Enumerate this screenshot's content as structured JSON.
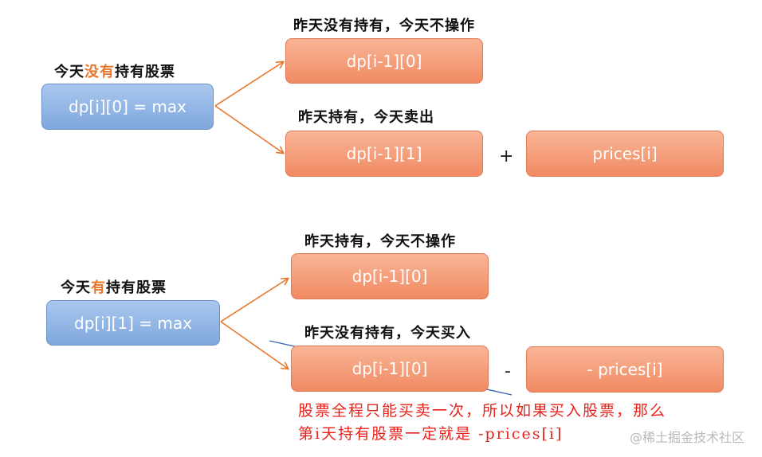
{
  "colors": {
    "blue_box": "#8fb3e4",
    "orange_box": "#f29a72",
    "arrow": "#e8762c",
    "highlight": "#e8762c",
    "note_red": "#e8221b",
    "strike_line": "#3b63b4"
  },
  "top": {
    "caption_prefix": "今天",
    "caption_highlight": "没有",
    "caption_suffix": "持有股票",
    "state_box": "dp[i][0]  =  max",
    "branch1": {
      "caption": "昨天没有持有，今天不操作",
      "box": "dp[i-1][0]"
    },
    "branch2": {
      "caption": "昨天持有，今天卖出",
      "box": "dp[i-1][1]",
      "operator": "+",
      "box2": "prices[i]"
    }
  },
  "bottom": {
    "caption_prefix": "今天",
    "caption_highlight": "有",
    "caption_suffix": "持有股票",
    "state_box": "dp[i][1]  =  max",
    "branch1": {
      "caption": "昨天持有，今天不操作",
      "box": "dp[i-1][0]"
    },
    "branch2": {
      "caption": "昨天没有持有，今天买入",
      "box": "dp[i-1][0]",
      "operator": "-",
      "box2": "- prices[i]"
    }
  },
  "note": {
    "line1": "股票全程只能买卖一次，所以如果买入股票，那么",
    "line2": "第i天持有股票一定就是 -prices[i]"
  },
  "watermark": "@稀土掘金技术社区"
}
